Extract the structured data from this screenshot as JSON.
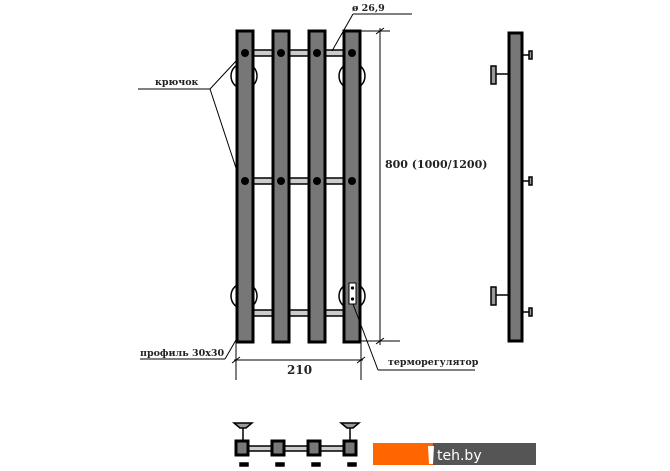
{
  "labels": {
    "diameter": "ø 26,9",
    "height": "800 (1000/1200)",
    "hook": "крючок",
    "profile": "профиль 30x30",
    "width": "210",
    "thermostat": "терморегулятор"
  },
  "logo": {
    "text": "teh.by",
    "accent": "#ff6600",
    "dark": "#555555"
  },
  "colors": {
    "bar_fill": "#777777",
    "tube_fill": "#cccccc",
    "stroke": "#000000"
  }
}
